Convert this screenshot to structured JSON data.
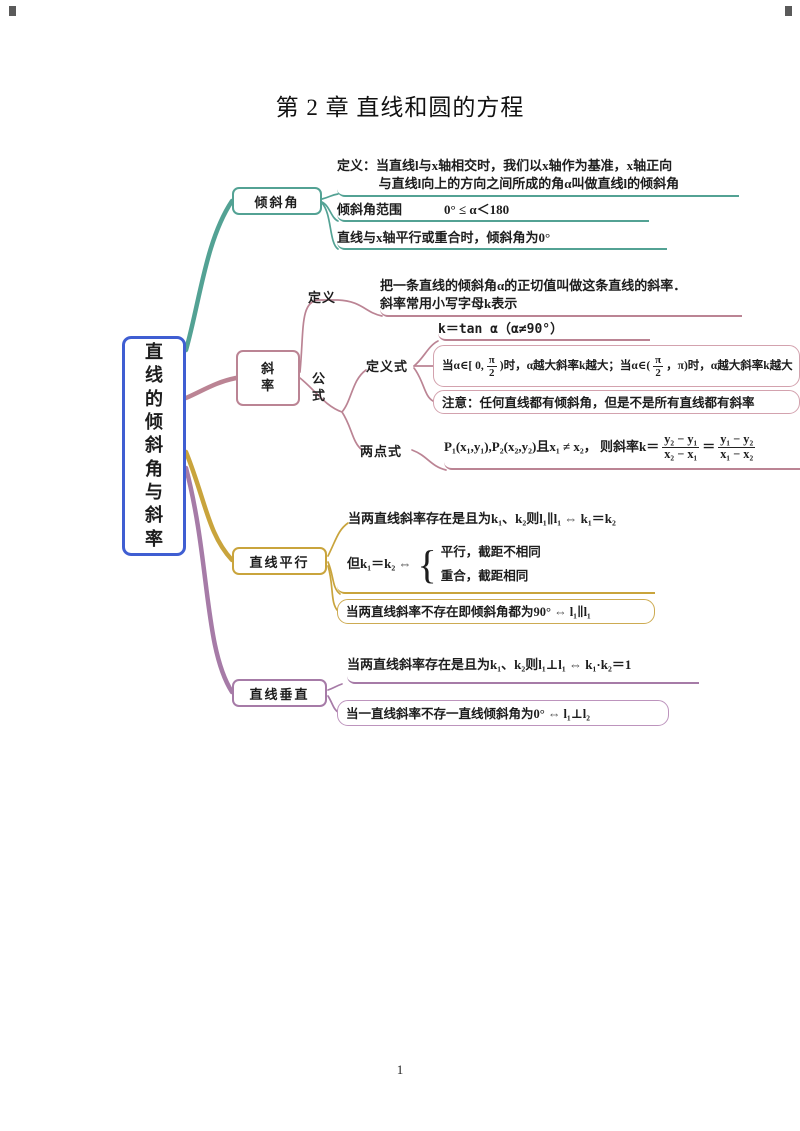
{
  "page": {
    "title": "第 2 章  直线和圆的方程",
    "page_number": "1"
  },
  "colors": {
    "root_blue": "#3f5ed2",
    "inclination_teal": "#53a294",
    "slope_rose": "#bb8494",
    "parallel_gold": "#c9a43c",
    "perpendicular_purple": "#a67ba7"
  },
  "root": {
    "label": "直线的倾斜角与斜率"
  },
  "inclination": {
    "node": "倾斜角",
    "definition_line1": "定义：当直线l与x轴相交时，我们以x轴作为基准，x轴正向",
    "definition_line2": "与直线l向上的方向之间所成的角α叫做直线l的倾斜角",
    "range_label": "倾斜角范围",
    "range_value": "0° ≤ α＜180",
    "parallel_note": "直线与x轴平行或重合时，倾斜角为0°"
  },
  "slope": {
    "node": "斜率",
    "definition_label": "定义",
    "definition_line1": "把一条直线的倾斜角α的正切值叫做这条直线的斜率．",
    "definition_line2": "斜率常用小写字母k表示",
    "formula_label": "公式",
    "def_formula_label": "定义式",
    "tan_formula": "k＝tan α（α≠90°）",
    "mono_p1": "当α∈[ 0,",
    "mono_f1_num": "π",
    "mono_f1_den": "2",
    "mono_p2": ")时，α越大斜率k越大；当α∈(",
    "mono_f2_num": "π",
    "mono_f2_den": "2",
    "mono_p3": "，π)时，α越大斜率k越大",
    "note": "注意：任何直线都有倾斜角，但是不是所有直线都有斜率",
    "two_point_label": "两点式",
    "two_point_prefix": "P₁(x₁,y₁),P₂(x₂,y₂)且x₁ ≠ x₂， 则斜率k＝",
    "two_point_f1_num": "y₂ − y₁",
    "two_point_f1_den": "x₂ − x₁",
    "two_point_eq": "＝",
    "two_point_f2_num": "y₁ − y₂",
    "two_point_f2_den": "x₁ − x₂"
  },
  "parallel": {
    "node": "直线平行",
    "rule": "当两直线斜率存在是且为k₁、k₂则l₁∥l₁ ⇔ k₁＝k₂",
    "case_prefix": "但k₁＝k₂ ⇔",
    "case_brace": "{",
    "case1": "平行，截距不相同",
    "case2": "重合，截距相同",
    "no_slope": "当两直线斜率不存在即倾斜角都为90° ⇔ l₁∥l₁"
  },
  "perpendicular": {
    "node": "直线垂直",
    "rule": "当两直线斜率存在是且为k₁、k₂则l₁⊥l₁ ⇔ k₁·k₂＝1",
    "no_slope": "当一直线斜率不存一直线倾斜角为0° ⇔ l₁⊥l₂"
  }
}
